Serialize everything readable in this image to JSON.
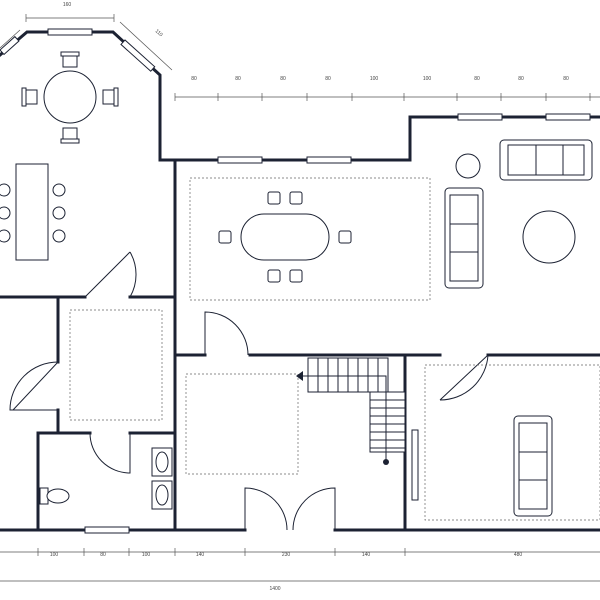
{
  "top_dimensions": [
    "80",
    "80",
    "80",
    "80",
    "100",
    "100",
    "80",
    "80",
    "80"
  ],
  "bottom_dimensions": [
    "100",
    "80",
    "100",
    "140",
    "230",
    "140",
    "480"
  ],
  "total_width": "1400",
  "octagon_dimensions": {
    "top": "160",
    "diagonal": "110"
  },
  "colors": {
    "wall": "#1c2233",
    "dimension": "#555555"
  }
}
